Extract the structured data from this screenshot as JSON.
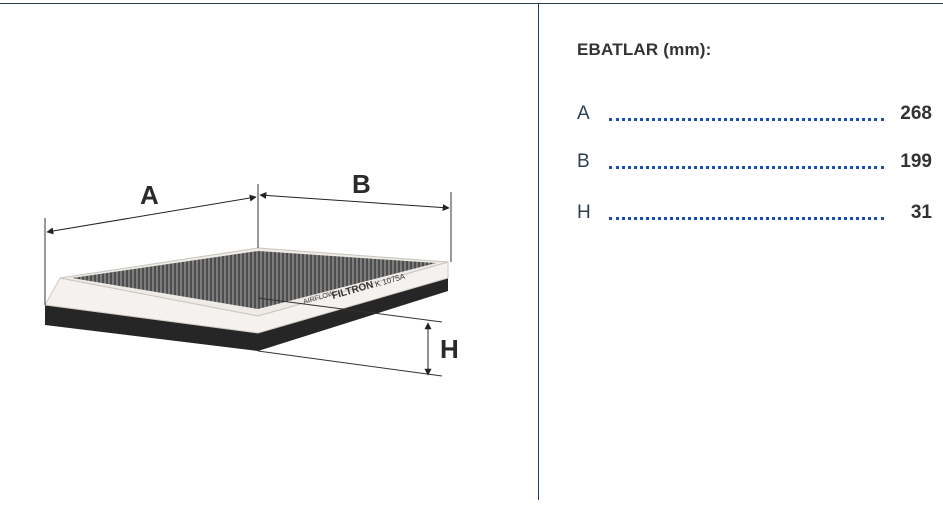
{
  "diagram": {
    "label_a": "A",
    "label_b": "B",
    "label_h": "H",
    "product_brand": "FILTRON",
    "product_code": "K 1075A",
    "product_tag": "AIRFLOW"
  },
  "specs": {
    "title": "EBATLAR (mm):",
    "rows": [
      {
        "key": "A",
        "value": "268"
      },
      {
        "key": "B",
        "value": "199"
      },
      {
        "key": "H",
        "value": "31"
      }
    ]
  }
}
